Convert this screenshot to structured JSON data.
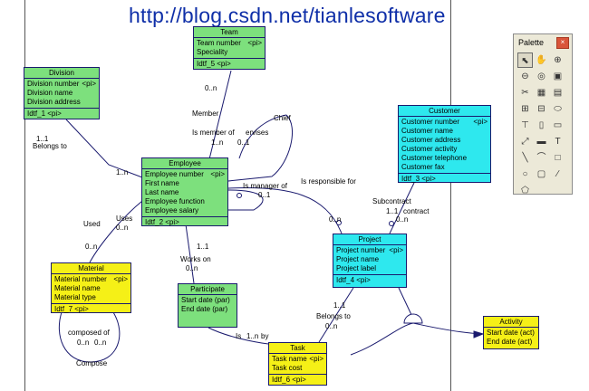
{
  "watermark": "http://blog.csdn.net/tianlesoftware",
  "colors": {
    "green": "#7de07d",
    "cyan": "#2ee8ee",
    "yellow": "#f5f017",
    "line": "#1a1a6e"
  },
  "entities": {
    "team": {
      "title": "Team",
      "attributes": [
        {
          "name": "Team number",
          "tag": "<pi>"
        },
        {
          "name": "Speciality",
          "tag": ""
        }
      ],
      "identifier": "Idtf_5  <pi>"
    },
    "division": {
      "title": "Division",
      "attributes": [
        {
          "name": "Division number",
          "tag": "<pi>"
        },
        {
          "name": "Division name",
          "tag": ""
        },
        {
          "name": "Division address",
          "tag": ""
        }
      ],
      "identifier": "Idtf_1  <pi>"
    },
    "employee": {
      "title": "Employee",
      "attributes": [
        {
          "name": "Employee number",
          "tag": "<pi>"
        },
        {
          "name": "First name",
          "tag": ""
        },
        {
          "name": "Last name",
          "tag": ""
        },
        {
          "name": "Employee function",
          "tag": ""
        },
        {
          "name": "Employee salary",
          "tag": ""
        }
      ],
      "identifier": "Idtf_2  <pi>"
    },
    "customer": {
      "title": "Customer",
      "attributes": [
        {
          "name": "Customer number",
          "tag": "<pi>"
        },
        {
          "name": "Customer name",
          "tag": ""
        },
        {
          "name": "Customer address",
          "tag": ""
        },
        {
          "name": "Customer activity",
          "tag": ""
        },
        {
          "name": "Customer telephone",
          "tag": ""
        },
        {
          "name": "Customer fax",
          "tag": ""
        }
      ],
      "identifier": "Idtf_3  <pi>"
    },
    "project": {
      "title": "Project",
      "attributes": [
        {
          "name": "Project number",
          "tag": "<pi>"
        },
        {
          "name": "Project name",
          "tag": ""
        },
        {
          "name": "Project label",
          "tag": ""
        }
      ],
      "identifier": "Idtf_4  <pi>"
    },
    "material": {
      "title": "Material",
      "attributes": [
        {
          "name": "Material number",
          "tag": "<pi>"
        },
        {
          "name": "Material name",
          "tag": ""
        },
        {
          "name": "Material type",
          "tag": ""
        }
      ],
      "identifier": "Idtf_7  <pi>"
    },
    "participate": {
      "title": "Participate",
      "attributes": [
        {
          "name": "Start date (par)",
          "tag": ""
        },
        {
          "name": "End date (par)",
          "tag": ""
        }
      ],
      "identifier": ""
    },
    "task": {
      "title": "Task",
      "attributes": [
        {
          "name": "Task name",
          "tag": "<pi>"
        },
        {
          "name": "Task cost",
          "tag": ""
        }
      ],
      "identifier": "Idtf_6  <pi>"
    },
    "activity": {
      "title": "Activity",
      "attributes": [
        {
          "name": "Start date (act)",
          "tag": ""
        },
        {
          "name": "End date (act)",
          "tag": ""
        }
      ],
      "identifier": ""
    }
  },
  "labels": {
    "member": "Member",
    "member_card": "0..n",
    "is_member_of": "Is member of",
    "team_card": "1..n",
    "chief": "Chief",
    "supervises": "ervises",
    "chief_card": "0..1",
    "belongs_to_div": "Belongs to",
    "div_card": "1..1",
    "emp_div_card": "1..n",
    "is_manager_of": "Is manager of",
    "manager_card": "0..1",
    "is_responsible_for": "Is responsible for",
    "project_resp_card": "0..n",
    "subcontract": "Subcontract",
    "contract": "contract",
    "cust_card": "1..1",
    "proj_cust_card": "0..n",
    "used": "Used",
    "uses": "Uses",
    "uses_card": "0..n",
    "material_used_card": "0..n",
    "works_on": "Works on",
    "works_on_card_top": "1..1",
    "works_on_card_bottom": "0..n",
    "belongs_to_proj": "Belongs to",
    "task_proj_card": "1..1",
    "task_proj_card2": "0..n",
    "is_done_by": "Is",
    "done_by_card": "1..n",
    "by": "by",
    "composed_of": "composed of",
    "compose": "Compose",
    "comp_card1": "0..n",
    "comp_card2": "0..n"
  },
  "palette": {
    "title": "Palette",
    "close": "×",
    "tools": [
      {
        "icon": "pointer-icon",
        "glyph": "⬉"
      },
      {
        "icon": "hand-icon",
        "glyph": "✋"
      },
      {
        "icon": "zoom-in-icon",
        "glyph": "⊕"
      },
      {
        "icon": "zoom-out-icon",
        "glyph": "⊖"
      },
      {
        "icon": "zoom-fit-icon",
        "glyph": "◎"
      },
      {
        "icon": "properties-icon",
        "glyph": "▣"
      },
      {
        "icon": "cut-icon",
        "glyph": "✂"
      },
      {
        "icon": "package-icon",
        "glyph": "▦"
      },
      {
        "icon": "table-icon",
        "glyph": "▤"
      },
      {
        "icon": "entity-icon",
        "glyph": "⊞"
      },
      {
        "icon": "association-icon",
        "glyph": "⊟"
      },
      {
        "icon": "ellipse-entity-icon",
        "glyph": "⬭"
      },
      {
        "icon": "inheritance-icon",
        "glyph": "⊤"
      },
      {
        "icon": "file-icon",
        "glyph": "▯"
      },
      {
        "icon": "note-icon",
        "glyph": "▭"
      },
      {
        "icon": "link-icon",
        "glyph": "⤢"
      },
      {
        "icon": "link-button-icon",
        "glyph": "▬"
      },
      {
        "icon": "text-icon",
        "glyph": "T"
      },
      {
        "icon": "line-icon",
        "glyph": "╲"
      },
      {
        "icon": "arc-icon",
        "glyph": "⌒"
      },
      {
        "icon": "rectangle-icon",
        "glyph": "□"
      },
      {
        "icon": "ellipse-icon",
        "glyph": "○"
      },
      {
        "icon": "rounded-rect-icon",
        "glyph": "▢"
      },
      {
        "icon": "polyline-icon",
        "glyph": "∕"
      },
      {
        "icon": "polygon-icon",
        "glyph": "⬠"
      }
    ]
  }
}
